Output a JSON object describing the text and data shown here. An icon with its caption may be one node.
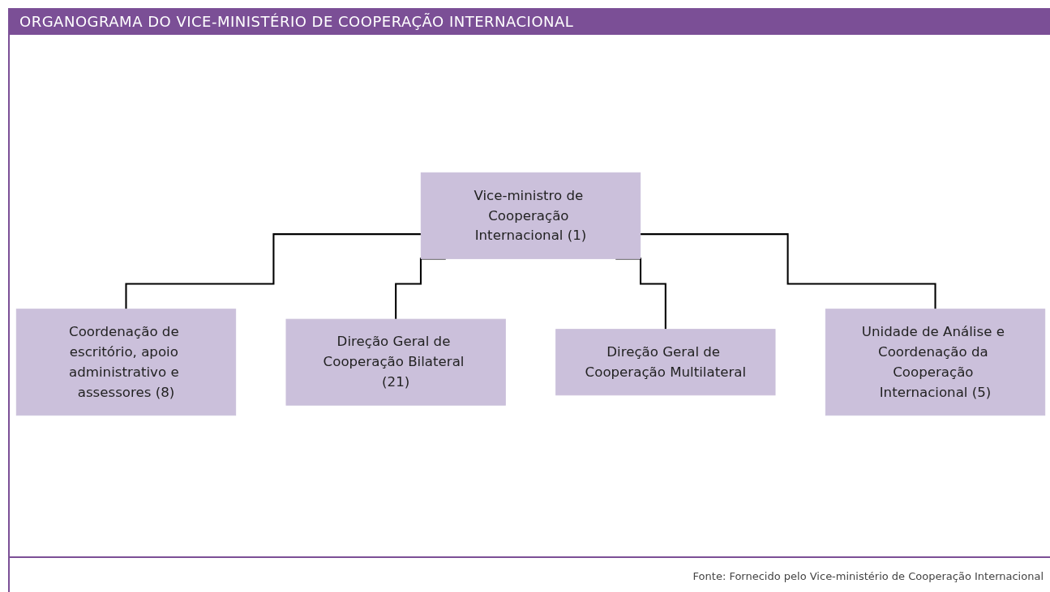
{
  "diagram": {
    "title": "ORGANOGRAMA DO VICE-MINISTÉRIO DE COOPERAÇÃO INTERNACIONAL",
    "caption": "Fonte: Fornecido pelo Vice-ministério de Cooperação Internacional",
    "nodes": [
      {
        "text": [
          "Vice-ministro de Cooperação Internacional (1)"
        ]
      },
      {
        "text": [
          "Coordenação de escritório, apoio administrativo e assessores (8)"
        ]
      },
      {
        "text": [
          "Direção Geral de Cooperação Bilateral (21)"
        ]
      },
      {
        "text": [
          "Direção Geral de Cooperação Multilateral"
        ]
      },
      {
        "text": [
          "Unidade de Análise e Coordenação da Cooperação Internacional (5)"
        ]
      }
    ],
    "edges": [
      {
        "from": 0,
        "to": 1,
        "arrow": "none"
      },
      {
        "from": 0,
        "to": 2,
        "arrow": "none"
      },
      {
        "from": 0,
        "to": 3,
        "arrow": "none"
      },
      {
        "from": 0,
        "to": 4,
        "arrow": "none"
      }
    ]
  }
}
